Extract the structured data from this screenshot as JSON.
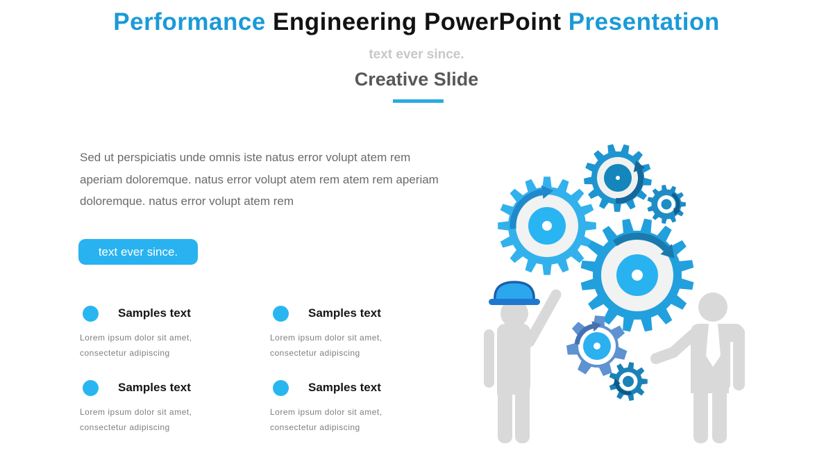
{
  "header": {
    "title": {
      "lead": "Performance",
      "mid": " Engineering PowerPoint ",
      "trail": "Presentation"
    },
    "tagline": "text ever since.",
    "section_title": "Creative Slide"
  },
  "content": {
    "paragraph": "Sed ut perspiciatis unde omnis iste natus error volupt atem rem aperiam doloremque. natus error volupt atem rem atem rem aperiam doloremque. natus error volupt atem rem",
    "button_label": "text ever since.",
    "features": [
      {
        "title": "Samples text",
        "description": "Lorem ipsum dolor sit amet, consectetur adipiscing"
      },
      {
        "title": "Samples text",
        "description": "Lorem ipsum dolor sit amet, consectetur adipiscing"
      },
      {
        "title": "Samples text",
        "description": "Lorem ipsum dolor sit amet, consectetur adipiscing"
      },
      {
        "title": "Samples text",
        "description": "Lorem ipsum dolor sit amet, consectetur adipiscing"
      }
    ]
  },
  "illustration": {
    "label": "gears and workers teamwork graphic",
    "icon_names": [
      "gear-icon",
      "rotation-arrow-icon",
      "worker-figure-icon",
      "hard-hat-icon",
      "businessman-figure-icon"
    ]
  },
  "colors": {
    "title_accent_blue": "#1B9AD7",
    "title_black": "#121212",
    "tagline_gray": "#C6C7C9",
    "section_gray": "#57585A",
    "underline_blue": "#29ABE2",
    "body_text_gray": "#6A6A6A",
    "button_blue": "#29B2F0",
    "bullet_blue": "#29B6F0",
    "gear_light_blue": "#33B1EC",
    "gear_medium_blue": "#1E95D0",
    "gear_deep_blue": "#1F8CC6",
    "gear_bright_blue": "#22A0DE",
    "gear_steel_blue": "#5E92D0",
    "gear_dark_blue": "#1A82B8",
    "figure_gray": "#D9D9D9",
    "hardhat_blue": "#2BA7EE"
  }
}
